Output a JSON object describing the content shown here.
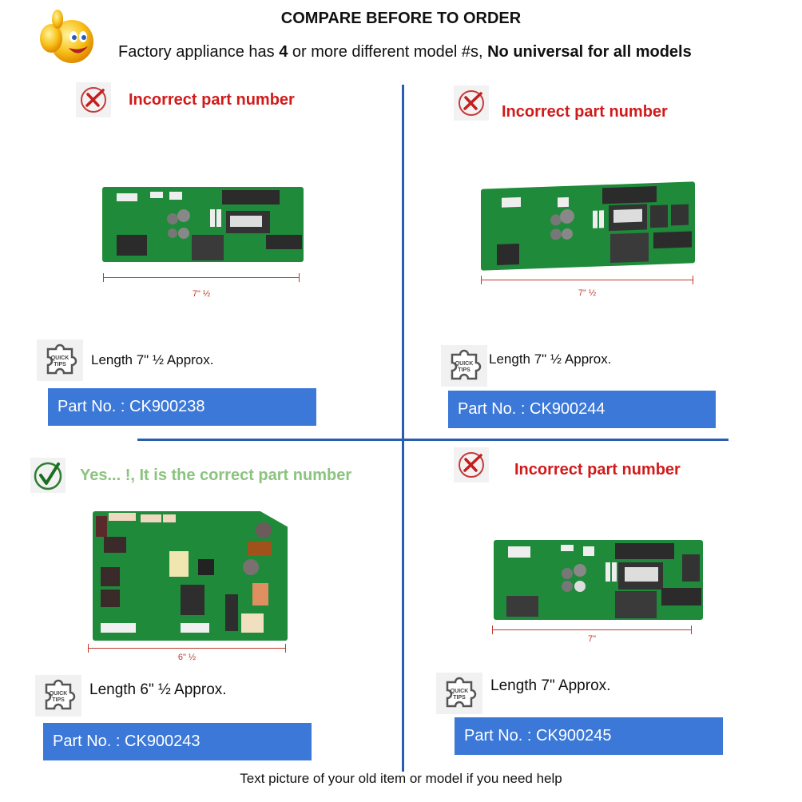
{
  "header": {
    "title": "COMPARE BEFORE TO ORDER",
    "subtitle_pre": "Factory appliance has ",
    "subtitle_num": "4",
    "subtitle_mid": " or more different model #s, ",
    "subtitle_bold": "No universal for all models",
    "emoji": "thumbs-up-smiley"
  },
  "colors": {
    "incorrect": "#d11a1a",
    "correct": "#8cc37f",
    "part_box": "#3b78d8",
    "divider": "#2a5db0",
    "measure": "#c0392b",
    "pcb": "#1e8a3a"
  },
  "panels": [
    {
      "status": "incorrect",
      "status_text": "Incorrect part number",
      "measure_label": "7\" ½",
      "length_text": "Length 7\" ½ Approx.",
      "tips_icon": "QUICK TIPS",
      "part_label": "Part No. : CK900238"
    },
    {
      "status": "incorrect",
      "status_text": "Incorrect part number",
      "measure_label": "7\" ½",
      "length_text": "Length 7\" ½ Approx.",
      "tips_icon": "QUICK TIPS",
      "part_label": "Part No. :  CK900244"
    },
    {
      "status": "correct",
      "status_text": "Yes... !, It is the correct part number",
      "measure_label": "6\" ½",
      "length_text": "Length 6\" ½ Approx.",
      "tips_icon": "QUICK TIPS",
      "part_label": "Part No. :  CK900243"
    },
    {
      "status": "incorrect",
      "status_text": "Incorrect part number",
      "measure_label": "7\"",
      "length_text": "Length 7\" Approx.",
      "tips_icon": "QUICK TIPS",
      "part_label": "Part No. :  CK900245"
    }
  ],
  "footer": {
    "text": "Text picture of your old item or model if you need help"
  }
}
